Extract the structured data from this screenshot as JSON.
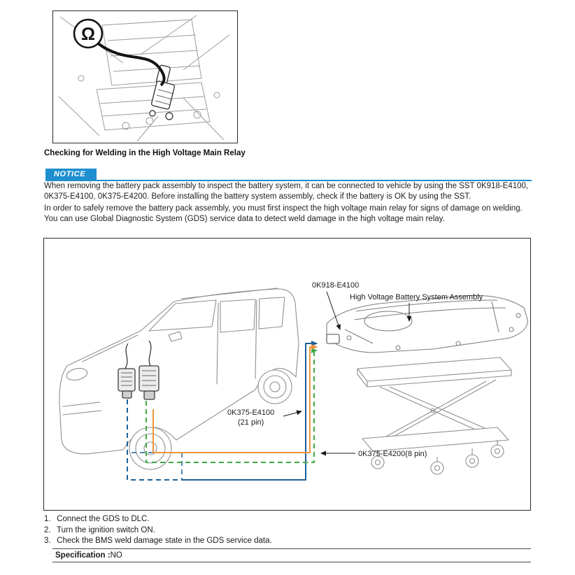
{
  "page": {
    "heading": "Checking for Welding in the High Voltage Main Relay"
  },
  "notice": {
    "label": "NOTICE",
    "accent_color": "#1f8fd0",
    "text": "When removing the battery pack assembly to inspect the battery system, it can be connected to vehicle by using the SST 0K918-E4100, 0K375-E4100, 0K375-E4200. Before installing the battery system assembly, check if the battery is OK by using the SST."
  },
  "intro": "In order to safely remove the battery pack assembly, you must first inspect the high voltage main relay for signs of damage on welding. You can use Global Diagnostic System (GDS) service data to detect weld damage in the high voltage main relay.",
  "top_figure": {
    "meter_symbol": "Ω"
  },
  "figure": {
    "labels": {
      "sst_918": "0K918-E4100",
      "assembly": "High Voltage Battery System Assembly",
      "sst_4100": "0K375-E4100",
      "sst_4100_pins": "(21 pin)",
      "sst_4200": "0K375-E4200(8 pin)"
    },
    "colors": {
      "blue": "#1c5f96",
      "green": "#3faa44",
      "orange": "#f0923e"
    }
  },
  "steps": [
    {
      "num": "1.",
      "text": "Connect the GDS to DLC."
    },
    {
      "num": "2.",
      "text": "Turn the ignition switch ON."
    },
    {
      "num": "3.",
      "text": "Check the BMS weld damage state in the GDS service data."
    }
  ],
  "spec": {
    "label": "Specification :",
    "value": "NO"
  }
}
